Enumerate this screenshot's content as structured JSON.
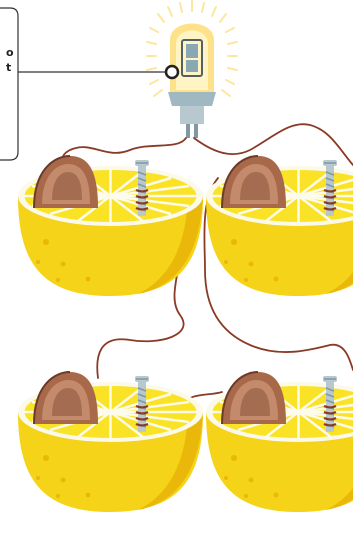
{
  "diagram": {
    "callout": {
      "line1": "o",
      "line2": "t"
    },
    "components": {
      "bulb": "light-bulb-icon",
      "lemon": "lemon-half-icon",
      "copper_coin": "copper-coin-icon",
      "zinc_screw": "galvanized-screw-icon",
      "wire": "copper-wire"
    },
    "colors": {
      "lemon_peel": "#f5d318",
      "lemon_peel_shadow": "#e9b80a",
      "lemon_flesh": "#fbf9e8",
      "lemon_segment": "#fae227",
      "copper": "#a8684a",
      "copper_dark": "#6b3a28",
      "wire": "#8a3b26",
      "screw": "#b7c8cf",
      "screw_dark": "#7f98a2",
      "bulb_glow": "#fce7a0",
      "bulb_base": "#9fb8c2",
      "callout_border": "#333333"
    }
  }
}
